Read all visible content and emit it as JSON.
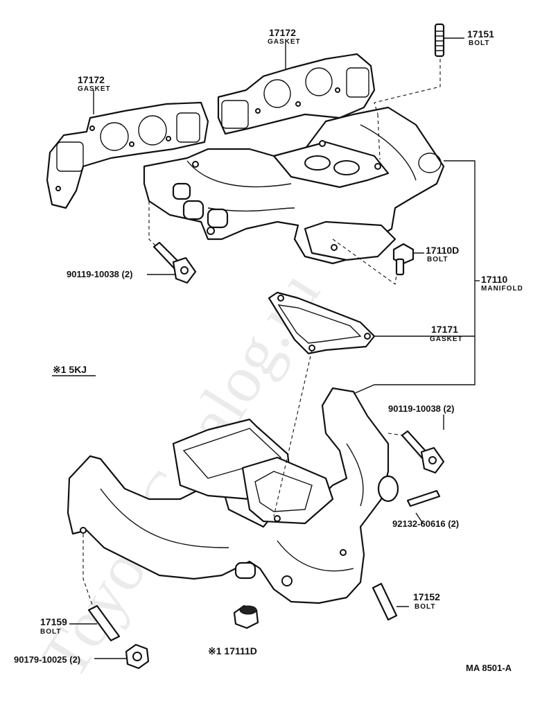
{
  "diagram": {
    "callouts": {
      "gasket_left": {
        "part_no": "17172",
        "desc": "GASKET"
      },
      "gasket_right": {
        "part_no": "17172",
        "desc": "GASKET"
      },
      "bolt_17151": {
        "part_no": "17151",
        "desc": "BOLT"
      },
      "bolt_17110d": {
        "part_no": "17110D",
        "desc": "BOLT"
      },
      "manifold": {
        "part_no": "17110",
        "desc": "MANIFOLD"
      },
      "gasket_17171": {
        "part_no": "17171",
        "desc": "GASKET"
      },
      "bolt_17152": {
        "part_no": "17152",
        "desc": "BOLT"
      },
      "bolt_17159": {
        "part_no": "17159",
        "desc": "BOLT"
      },
      "bolt_90119_upper": {
        "text": "90119-10038 (2)"
      },
      "bolt_90119_lower": {
        "text": "90119-10038 (2)"
      },
      "stud_92132": {
        "text": "92132-60616 (2)"
      },
      "nut_90179": {
        "text": "90179-10025 (2)"
      },
      "plug_17111d": {
        "text": "※1 17111D"
      }
    },
    "variant_note": "※1 5KJ",
    "figure_code": "MA  8501-A",
    "watermark": "ToyotaCatalog.ru"
  }
}
